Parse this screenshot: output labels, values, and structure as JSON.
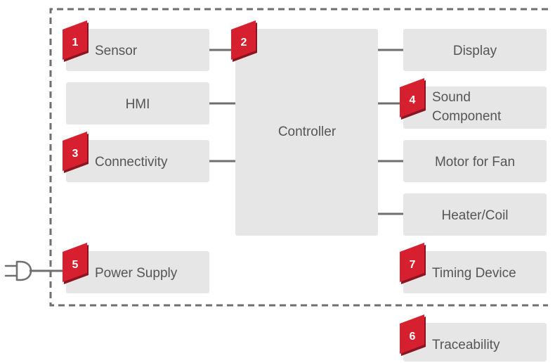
{
  "diagram": {
    "colors": {
      "block_fill": "#e6e6e6",
      "line": "#6f6f6f",
      "badge": "#d6202f",
      "badge_shadow": "#8c1520",
      "text": "#555555"
    },
    "blocks": {
      "sensor": {
        "label": "Sensor",
        "badge": "1"
      },
      "hmi": {
        "label": "HMI"
      },
      "connectivity": {
        "label": "Connectivity",
        "badge": "3"
      },
      "power_supply": {
        "label": "Power Supply",
        "badge": "5"
      },
      "controller": {
        "label": "Controller",
        "badge": "2"
      },
      "display": {
        "label": "Display"
      },
      "sound_component": {
        "label_line1": "Sound",
        "label_line2": "Component",
        "badge": "4"
      },
      "motor_for_fan": {
        "label": "Motor for Fan"
      },
      "heater_coil": {
        "label": "Heater/Coil"
      },
      "timing_device": {
        "label": "Timing Device",
        "badge": "7"
      },
      "traceability": {
        "label": "Traceability",
        "badge": "6"
      }
    },
    "icons": {
      "power_plug": "power-plug-icon",
      "badge_shape": "ribbon-tag"
    }
  }
}
